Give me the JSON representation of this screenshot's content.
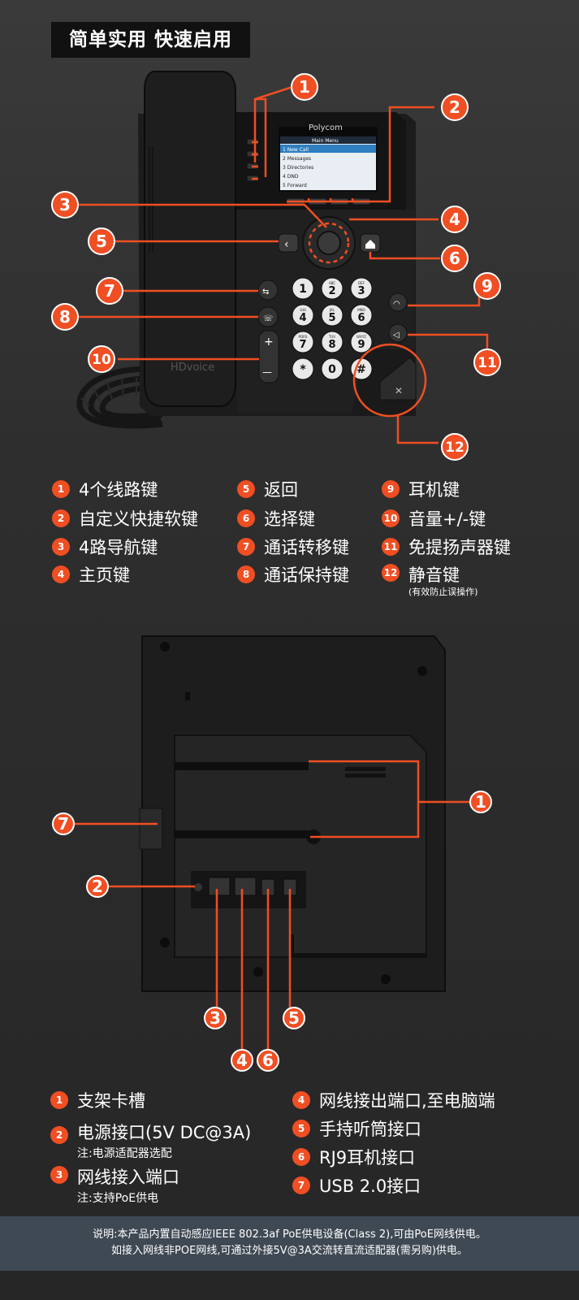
{
  "title": "简单实用 快速启用",
  "screen": {
    "brand": "Polycom",
    "menu_title": "Main Menu",
    "menu_items": [
      "1  New Call",
      "2  Messages",
      "3  Directories",
      "4  DND",
      "5  Forward"
    ]
  },
  "front_callouts": [
    "1",
    "2",
    "3",
    "4",
    "5",
    "6",
    "7",
    "8",
    "9",
    "10",
    "11",
    "12"
  ],
  "front_legend": [
    {
      "num": "1",
      "label": "4个线路键"
    },
    {
      "num": "2",
      "label": "自定义快捷软键"
    },
    {
      "num": "3",
      "label": "4路导航键"
    },
    {
      "num": "4",
      "label": "主页键"
    },
    {
      "num": "5",
      "label": "返回"
    },
    {
      "num": "6",
      "label": "选择键"
    },
    {
      "num": "7",
      "label": "通话转移键"
    },
    {
      "num": "8",
      "label": "通话保持键"
    },
    {
      "num": "9",
      "label": "耳机键"
    },
    {
      "num": "10",
      "label": "音量+/-键"
    },
    {
      "num": "11",
      "label": "免提扬声器键"
    },
    {
      "num": "12",
      "label": "静音键",
      "sub": "(有效防止误操作)"
    }
  ],
  "keypad": {
    "keys": [
      "1",
      "2",
      "3",
      "4",
      "5",
      "6",
      "7",
      "8",
      "9",
      "*",
      "0",
      "#"
    ],
    "subs": [
      "",
      "ABC",
      "DEF",
      "GHI",
      "JKL",
      "MNO",
      "PQRS",
      "TUV",
      "WXYZ",
      "",
      "",
      ""
    ],
    "vol_plus": "+",
    "vol_minus": "—",
    "hd_label": "HDvoice"
  },
  "back_callouts": [
    "1",
    "2",
    "3",
    "4",
    "5",
    "6",
    "7"
  ],
  "back_legend": [
    {
      "num": "1",
      "label": "支架卡槽"
    },
    {
      "num": "2",
      "label": "电源接口(5V DC@3A)",
      "note": "注:电源适配器选配"
    },
    {
      "num": "3",
      "label": "网线接入端口",
      "note": "注:支持PoE供电"
    },
    {
      "num": "4",
      "label": "网线接出端口,至电脑端"
    },
    {
      "num": "5",
      "label": "手持听筒接口"
    },
    {
      "num": "6",
      "label": "RJ9耳机接口"
    },
    {
      "num": "7",
      "label": "USB 2.0接口"
    }
  ],
  "footer": {
    "line1": "说明:本产品内置自动感应IEEE 802.3af PoE供电设备(Class 2),可由PoE网线供电。",
    "line2": "如接入网线非POE网线,可通过外接5V@3A交流转直流适配器(需另购)供电。"
  },
  "colors": {
    "accent": "#f04e23",
    "footer_bg": "#3f4954",
    "title_bg": "#111111"
  }
}
